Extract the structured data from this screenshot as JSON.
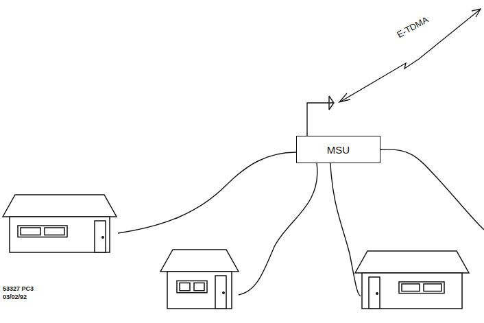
{
  "diagram": {
    "nodes": [
      {
        "text": [
          "MSU"
        ]
      }
    ],
    "labels": [
      "E-TDMA",
      "53327 PC3",
      "03/02/92"
    ]
  }
}
